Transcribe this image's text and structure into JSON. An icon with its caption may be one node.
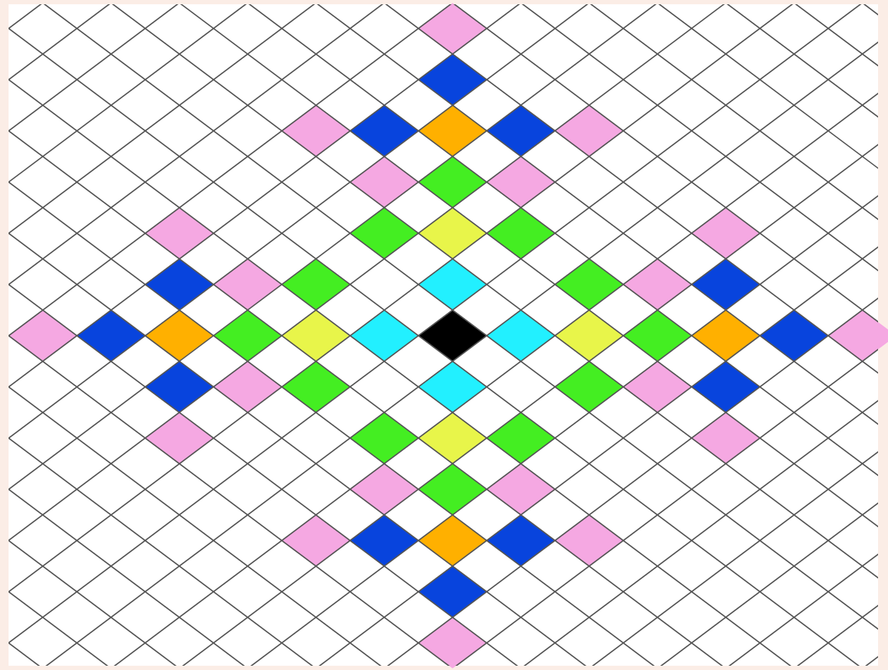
{
  "diagram": {
    "nodes": [
      {
        "text": [],
        "shape": "diamond"
      },
      {
        "text": [],
        "shape": "diamond"
      },
      {
        "text": [],
        "shape": "diamond"
      },
      {
        "text": [],
        "shape": "diamond"
      },
      {
        "text": [],
        "shape": "diamond"
      },
      {
        "text": [],
        "shape": "diamond"
      },
      {
        "text": [],
        "shape": "diamond"
      },
      {
        "text": [],
        "shape": "diamond"
      },
      {
        "text": [],
        "shape": "diamond"
      },
      {
        "text": [],
        "shape": "diamond"
      },
      {
        "text": [],
        "shape": "diamond"
      },
      {
        "text": [],
        "shape": "diamond"
      },
      {
        "text": [],
        "shape": "diamond"
      },
      {
        "text": [],
        "shape": "diamond"
      },
      {
        "text": [],
        "shape": "diamond"
      },
      {
        "text": [],
        "shape": "diamond"
      },
      {
        "text": [],
        "shape": "diamond"
      },
      {
        "text": [],
        "shape": "diamond"
      },
      {
        "text": [],
        "shape": "diamond"
      },
      {
        "text": [],
        "shape": "diamond"
      },
      {
        "text": [],
        "shape": "diamond"
      },
      {
        "text": [],
        "shape": "diamond"
      },
      {
        "text": [],
        "shape": "diamond"
      },
      {
        "text": [],
        "shape": "diamond"
      },
      {
        "text": [],
        "shape": "diamond"
      },
      {
        "text": [],
        "shape": "diamond"
      },
      {
        "text": [],
        "shape": "diamond"
      },
      {
        "text": [],
        "shape": "diamond"
      },
      {
        "text": [],
        "shape": "diamond"
      },
      {
        "text": [],
        "shape": "diamond"
      },
      {
        "text": [],
        "shape": "diamond"
      },
      {
        "text": [],
        "shape": "diamond"
      },
      {
        "text": [],
        "shape": "diamond"
      },
      {
        "text": [],
        "shape": "diamond"
      },
      {
        "text": [],
        "shape": "diamond"
      },
      {
        "text": [],
        "shape": "diamond"
      },
      {
        "text": [],
        "shape": "diamond"
      },
      {
        "text": [],
        "shape": "diamond"
      },
      {
        "text": [],
        "shape": "diamond"
      },
      {
        "text": [],
        "shape": "diamond"
      },
      {
        "text": [],
        "shape": "diamond"
      },
      {
        "text": [],
        "shape": "diamond"
      },
      {
        "text": [],
        "shape": "diamond"
      },
      {
        "text": [],
        "shape": "diamond"
      },
      {
        "text": [],
        "shape": "diamond"
      },
      {
        "text": [],
        "shape": "diamond"
      },
      {
        "text": [],
        "shape": "diamond"
      },
      {
        "text": [],
        "shape": "diamond"
      },
      {
        "text": [],
        "shape": "diamond"
      },
      {
        "text": [],
        "shape": "diamond"
      },
      {
        "text": [],
        "shape": "diamond"
      },
      {
        "text": [],
        "shape": "diamond"
      },
      {
        "text": [],
        "shape": "diamond"
      },
      {
        "text": [],
        "shape": "diamond"
      },
      {
        "text": [],
        "shape": "diamond"
      },
      {
        "text": [],
        "shape": "diamond"
      },
      {
        "text": [],
        "shape": "diamond"
      }
    ]
  }
}
